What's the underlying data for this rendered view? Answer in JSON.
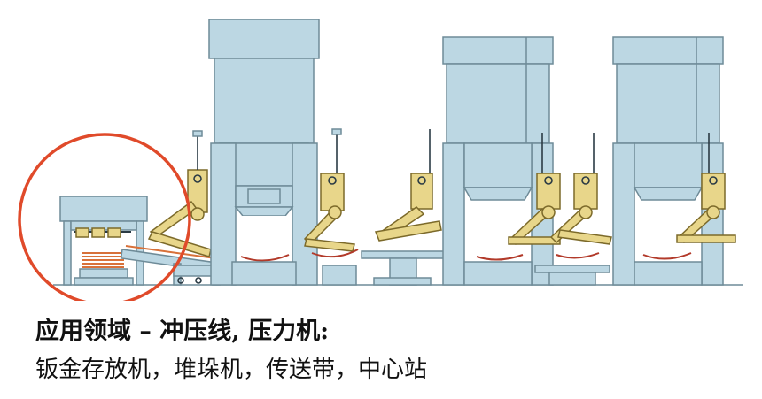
{
  "caption": {
    "title": "应用领域 – 冲压线, 压力机:",
    "subtitle": "钣金存放机，堆垛机，传送带，中心站"
  },
  "colors": {
    "press_fill": "#bcd7e3",
    "press_stroke": "#6e8b98",
    "robot_arm": "#e8d68a",
    "highlight_circle": "#e04a2a",
    "sheet_orange": "#d8713a",
    "die_red": "#b23a2a"
  },
  "icons": {
    "highlight": "circle-highlight",
    "robot": "robot-arm-icon",
    "press": "press-machine-icon"
  }
}
